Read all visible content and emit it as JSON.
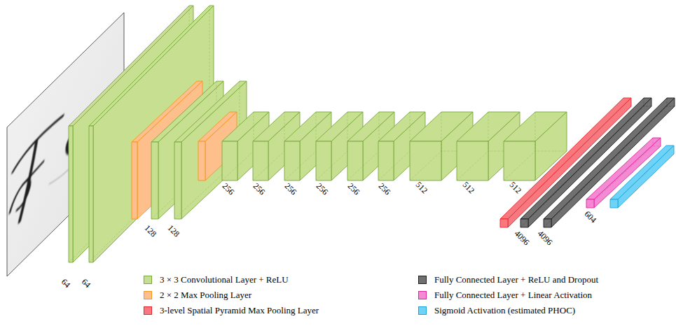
{
  "diagram": {
    "nodes": [
      {
        "text": [
          "64"
        ]
      },
      {
        "text": [
          "64"
        ]
      },
      {
        "text": [
          "128"
        ]
      },
      {
        "text": [
          "128"
        ]
      },
      {
        "text": [
          "256"
        ]
      },
      {
        "text": [
          "256"
        ]
      },
      {
        "text": [
          "256"
        ]
      },
      {
        "text": [
          "256"
        ]
      },
      {
        "text": [
          "256"
        ]
      },
      {
        "text": [
          "256"
        ]
      },
      {
        "text": [
          "512"
        ]
      },
      {
        "text": [
          "512"
        ]
      },
      {
        "text": [
          "512"
        ]
      },
      {
        "text": [
          "4096"
        ]
      },
      {
        "text": [
          "4096"
        ]
      },
      {
        "text": [
          "604"
        ]
      }
    ],
    "legend": [
      {
        "text": "3 × 3 Convolutional Layer + ReLU",
        "color": "#c6df90"
      },
      {
        "text": "2 × 2 Max Pooling Layer",
        "color": "#fdc08d"
      },
      {
        "text": "3-level Spatial Pyramid Max Pooling Layer",
        "color": "#f7797f"
      },
      {
        "text": "Fully Connected Layer + ReLU and Dropout",
        "color": "#707070"
      },
      {
        "text": "Fully Connected Layer + Linear Activation",
        "color": "#f48ad3"
      },
      {
        "text": "Sigmoid Activation (estimated PHOC)",
        "color": "#6fd3f7"
      }
    ]
  }
}
